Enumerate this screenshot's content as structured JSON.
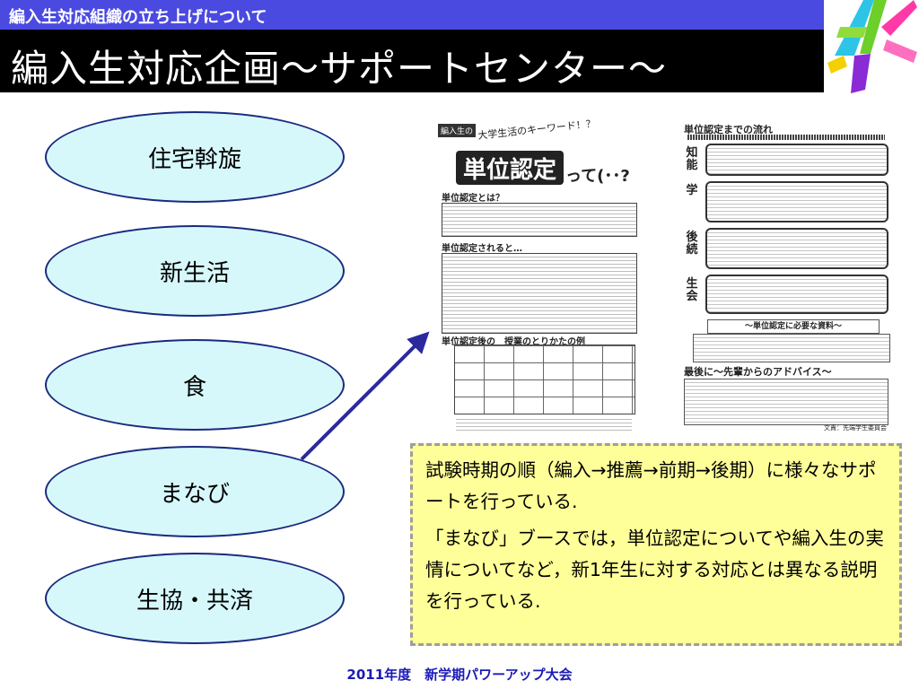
{
  "header": {
    "subtitle": "編入生対応組織の立ち上げについて",
    "title": "編入生対応企画～サポートセンター～"
  },
  "categories": [
    {
      "label": "住宅斡旋"
    },
    {
      "label": "新生活"
    },
    {
      "label": "食"
    },
    {
      "label": "まなび"
    },
    {
      "label": "生協・共済"
    }
  ],
  "flyer_left": {
    "badge": "編入生の",
    "heading": "大学生活のキーワード！？",
    "big_word": "単位認定",
    "big_suffix": "って(･･?",
    "section1": "単位認定とは？",
    "section2": "単位認定されると…",
    "section3": "単位認定後の　授業のとりかたの例"
  },
  "flyer_right": {
    "title": "単位認定までの流れ",
    "steps": [
      {
        "label": "知 能"
      },
      {
        "label": "学"
      },
      {
        "label": "後続"
      },
      {
        "label": "生 会"
      }
    ],
    "banner": "～単位認定に必要な資料～",
    "advice_title": "最後に～先輩からのアドバイス～",
    "signature": "文責：先端学生委員会"
  },
  "callout": {
    "paragraph1": "試験時期の順（編入→推薦→前期→後期）に様々なサポートを行っている.",
    "paragraph2": "「まなび」ブースでは，単位認定についてや編入生の実情についてなど，新1年生に対する対応とは異なる説明を行っている."
  },
  "footer": {
    "text": "2011年度　新学期パワーアップ大会"
  },
  "colors": {
    "top_bar": "#4a4ae0",
    "title_bar": "#000000",
    "oval_fill": "#d7f8fb",
    "oval_border": "#1b2a80",
    "arrow": "#2a2a9e",
    "callout_bg": "#ffff99",
    "footer_text": "#1a1ab8"
  }
}
